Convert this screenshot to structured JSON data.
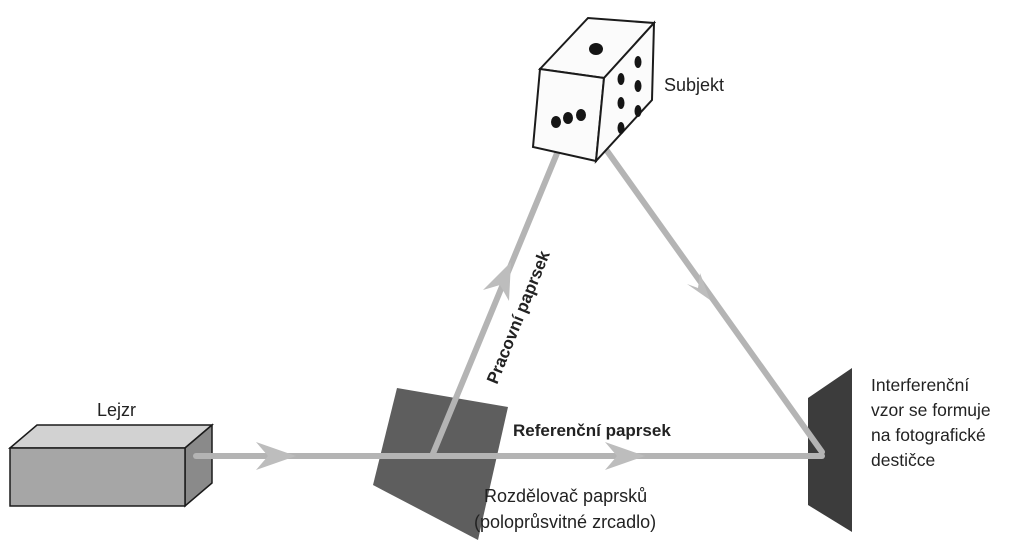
{
  "labels": {
    "subject": "Subjekt",
    "laser": "Lejzr",
    "working_beam": "Pracovní paprsek",
    "reference_beam": "Referenční paprsek",
    "beam_splitter_line1": "Rozdělovač paprsků",
    "beam_splitter_line2": "(poloprůsvitné zrcadlo)",
    "plate_line1": "Interferenční",
    "plate_line2": "vzor se formuje",
    "plate_line3": "na fotografické",
    "plate_line4": "destičce"
  },
  "colors": {
    "beam": "#b4b4b4",
    "beam_arrow": "#bdbdbd",
    "laser_front": "#a6a6a6",
    "laser_top": "#d2d2d2",
    "laser_side": "#8a8a8a",
    "splitter": "#5e5e5e",
    "plate": "#3c3c3c",
    "dice_face": "#fbfbfb",
    "dice_pip": "#151515",
    "outline": "#1b1b1b"
  }
}
